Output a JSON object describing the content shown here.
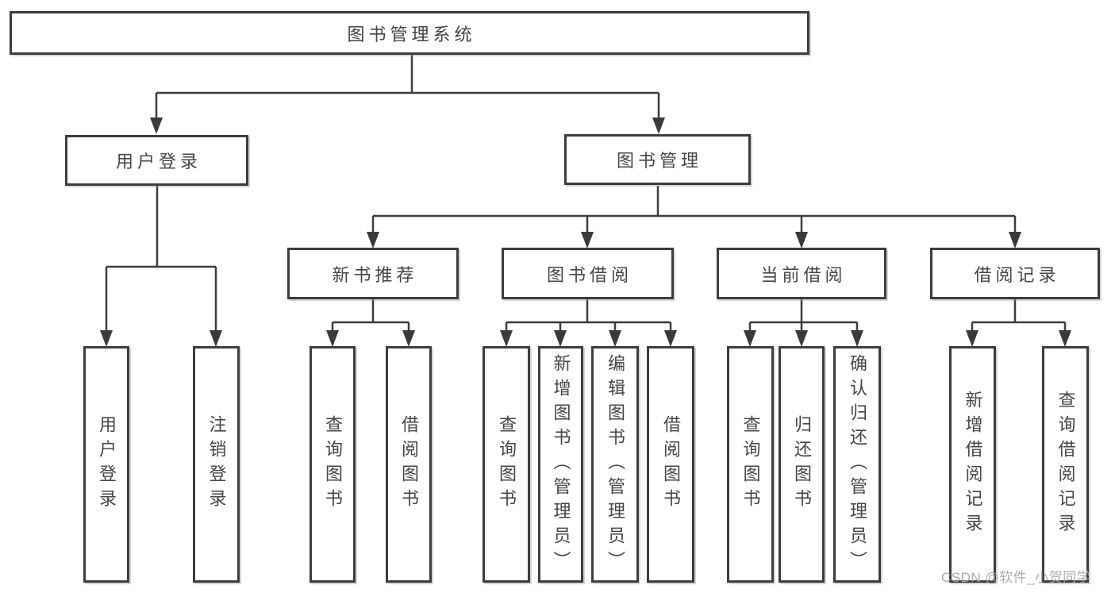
{
  "diagram_title": "图书管理系统",
  "tree": {
    "label": "图书管理系统",
    "children": [
      {
        "label": "用户登录",
        "children": [
          {
            "label": "用户登录"
          },
          {
            "label": "注销登录"
          }
        ]
      },
      {
        "label": "图书管理",
        "children": [
          {
            "label": "新书推荐",
            "children": [
              {
                "label": "查询图书"
              },
              {
                "label": "借阅图书"
              }
            ]
          },
          {
            "label": "图书借阅",
            "children": [
              {
                "label": "查询图书"
              },
              {
                "label": "新增图书（管理员）"
              },
              {
                "label": "编辑图书（管理员）"
              },
              {
                "label": "借阅图书"
              }
            ]
          },
          {
            "label": "当前借阅",
            "children": [
              {
                "label": "查询图书"
              },
              {
                "label": "归还图书"
              },
              {
                "label": "确认归还（管理员）"
              }
            ]
          },
          {
            "label": "借阅记录",
            "children": [
              {
                "label": "新增借阅记录"
              },
              {
                "label": "查询借阅记录"
              }
            ]
          }
        ]
      }
    ]
  },
  "watermark": "CSDN @软件_小贺同学",
  "colors": {
    "background": "#ffffff",
    "box_border": "#3d3d3d",
    "connector_line": "#3d3d3d",
    "text": "#464646",
    "watermark_text": "#a8a8a8"
  }
}
